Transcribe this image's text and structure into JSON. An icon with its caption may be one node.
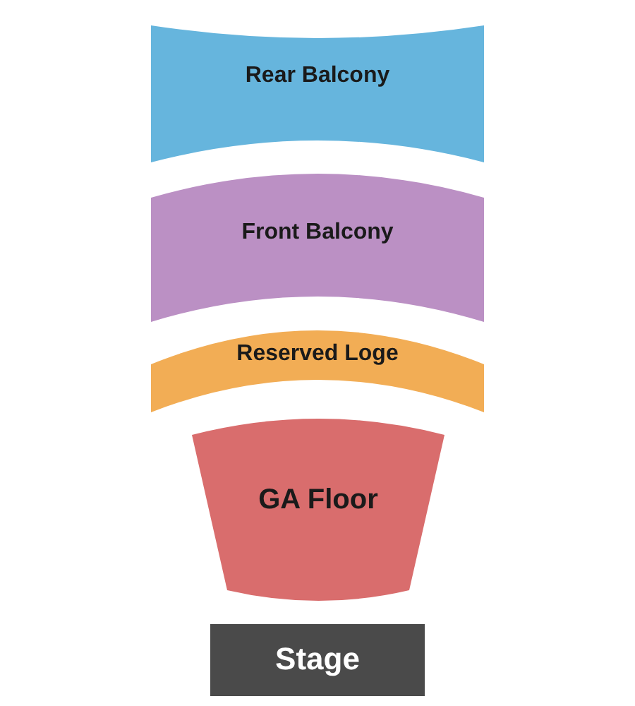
{
  "diagram": {
    "nodes": [
      {
        "text": [
          "Rear Balcony"
        ]
      },
      {
        "text": [
          "Front Balcony"
        ]
      },
      {
        "text": [
          "Reserved Loge"
        ]
      },
      {
        "text": [
          "GA Floor"
        ]
      },
      {
        "text": [
          "Stage"
        ]
      }
    ]
  }
}
